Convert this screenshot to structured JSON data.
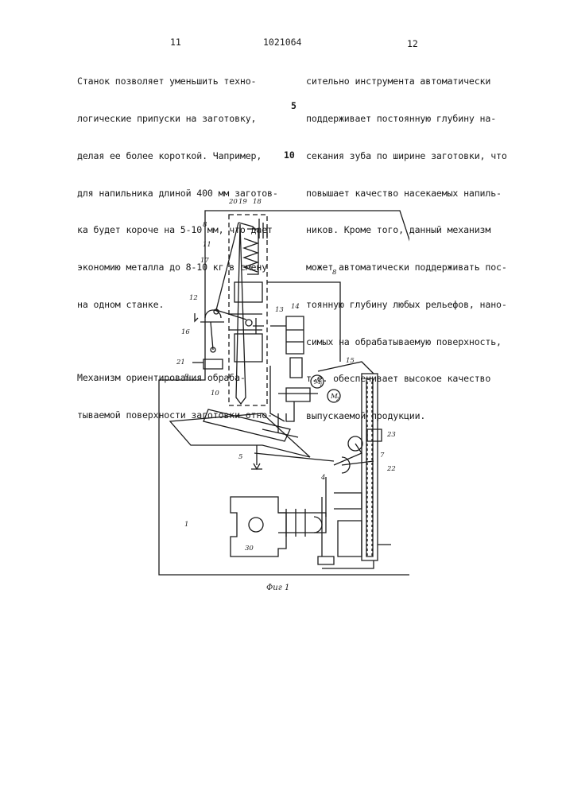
{
  "header": {
    "page_left": "11",
    "patent_number": "1021064",
    "page_right": "12"
  },
  "left_column": {
    "para1": [
      "Станок позволяет уменьшить техно-",
      "логические припуски на заготовку,",
      "делая ее более короткой. Чапример,",
      "для напильника длиной 400 мм заготов-",
      "ка будет короче на 5-10 мм, что дает",
      "экономию металла до 8-10 кг в смену",
      "на одном станке."
    ],
    "para2": [
      "Механизм ориентирования обраба-",
      "тываемой поверхности заготовки отно-"
    ]
  },
  "right_column": {
    "lines": [
      "сительно инструмента автоматически",
      "поддерживает постоянную глубину на-",
      "секания зуба по ширине заготовки, что",
      "повышает качество насекаемых напиль-",
      "ников. Кроме того, данный механизм",
      "может автоматически поддерживать пос-",
      "тоянную глубину любых рельефов, нано-",
      "симых на обрабатываемую поверхность,",
      "т.е. обеспечивает высокое качество",
      "выпускаемой продукции."
    ]
  },
  "line_markers": [
    "5",
    "10"
  ],
  "figure": {
    "caption": "Фиг 1",
    "labels": {
      "l20": "20",
      "l19": "19",
      "l18": "18",
      "l8a": "8",
      "l11": "11",
      "l17": "17",
      "l8b": "8",
      "l12": "12",
      "l16": "16",
      "l13": "13",
      "l14": "14",
      "l21": "21",
      "l15": "15",
      "l9": "9",
      "l10": "10",
      "l23": "23",
      "l5": "5",
      "l7": "7",
      "l22": "22",
      "l4": "4",
      "l1": "1",
      "l30": "30",
      "m1": "M",
      "m1sub": "1",
      "m2": "M",
      "m2sub": "2"
    }
  }
}
